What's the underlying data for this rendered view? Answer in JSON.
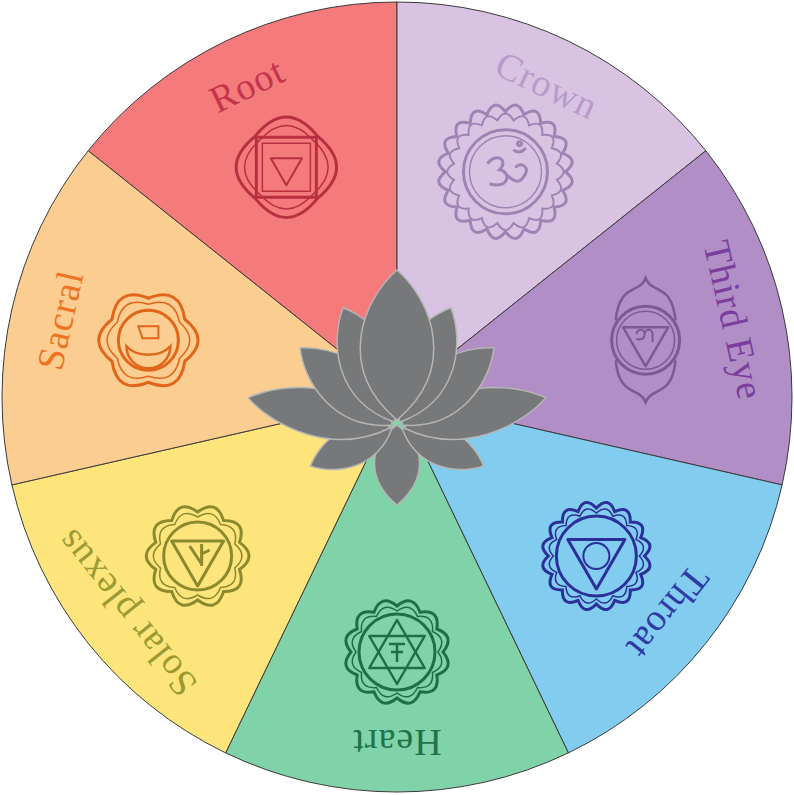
{
  "diagram": {
    "nodes": [
      {
        "text": [
          "Root"
        ]
      },
      {
        "text": [
          "Crown"
        ]
      },
      {
        "text": [
          "Third Eye"
        ]
      },
      {
        "text": [
          "Throat"
        ]
      },
      {
        "text": [
          "Heart"
        ]
      },
      {
        "text": [
          "Solar plexus"
        ]
      },
      {
        "text": [
          "Sacral"
        ]
      }
    ]
  }
}
